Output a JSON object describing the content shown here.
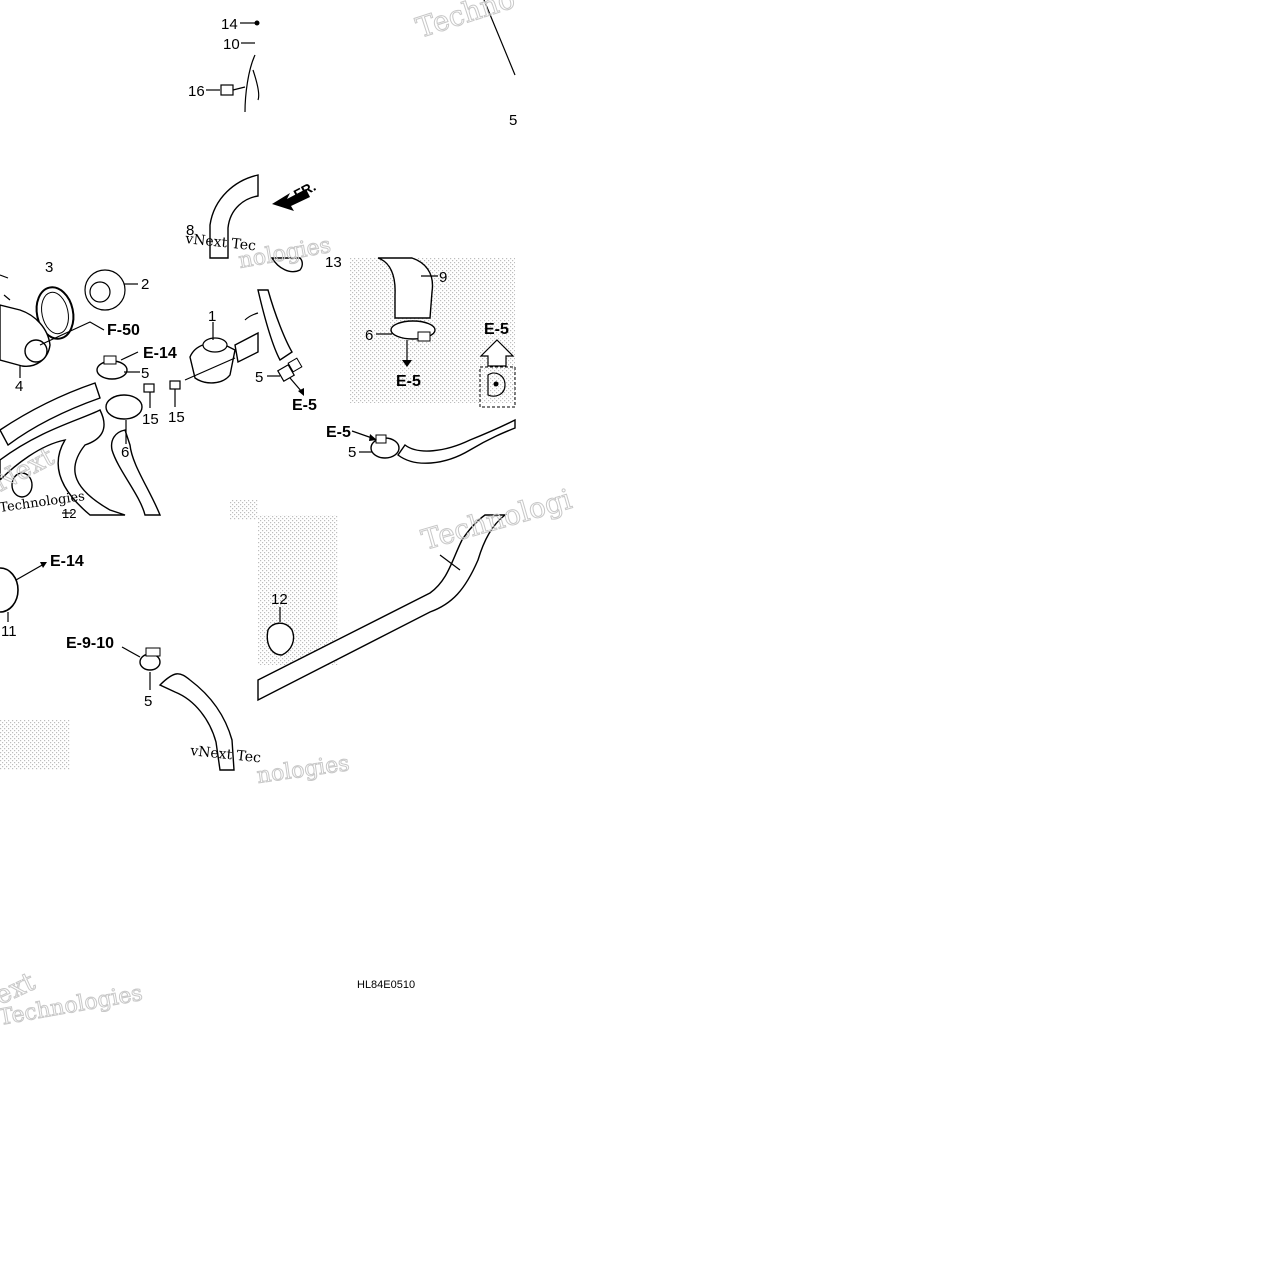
{
  "diagram": {
    "part_labels": {
      "p14": "14",
      "p10": "10",
      "p16": "16",
      "p5top": "5",
      "p8": "8",
      "p13": "13",
      "p3": "3",
      "p2": "2",
      "p9": "9",
      "p1": "1",
      "p6a": "6",
      "p4": "4",
      "p5a": "5",
      "p5b": "5",
      "p15a": "15",
      "p15b": "15",
      "p6b": "6",
      "p5c": "5",
      "p12tail": "12",
      "p12": "12",
      "p11": "11",
      "p5d": "5"
    },
    "refs": {
      "f50": "F-50",
      "e14a": "E-14",
      "e5a": "E-5",
      "e5b": "E-5",
      "e5c": "E-5",
      "e5d": "E-5",
      "e14b": "E-14",
      "e910": "E-9-10"
    },
    "direction_label": "FR.",
    "drawing_code": "HL84E0510",
    "watermarks": {
      "w1": "Techno",
      "w2": "vNext Tec",
      "w3": "nologies",
      "w4": "Next",
      "w5": "Technologies",
      "w6": "Technologi",
      "w7": "vNext Tec",
      "w8": "nologies",
      "w9": "ext",
      "w10": "Technologies"
    },
    "colors": {
      "line": "#000000",
      "dither": "#bdbdbd",
      "watermark": "#c8c8c8"
    }
  }
}
